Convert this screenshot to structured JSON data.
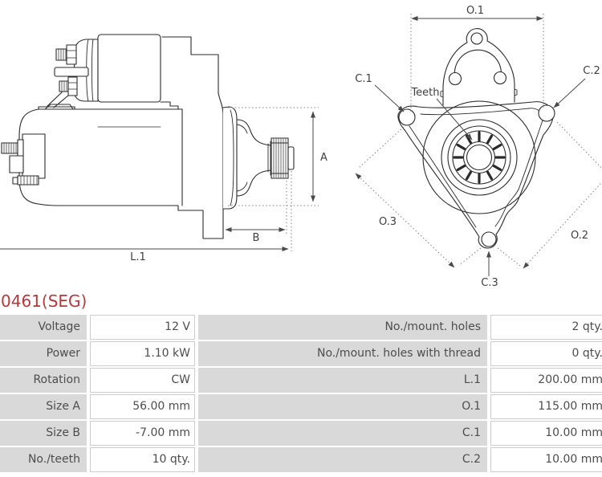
{
  "title": {
    "part_code": "0461(SEG)"
  },
  "diagram": {
    "side_view_labels": {
      "a": "A",
      "b": "B",
      "l1": "L.1"
    },
    "front_view_labels": {
      "o1": "O.1",
      "o2": "O.2",
      "o3": "O.3",
      "c1": "C.1",
      "c2": "C.2",
      "c3": "C.3",
      "teeth": "Teeth"
    }
  },
  "spec_table": {
    "rows": [
      {
        "label_left": "Voltage",
        "value_left": "12 V",
        "label_right": "No./mount. holes",
        "value_right": "2 qty."
      },
      {
        "label_left": "Power",
        "value_left": "1.10 kW",
        "label_right": "No./mount. holes with thread",
        "value_right": "0 qty."
      },
      {
        "label_left": "Rotation",
        "value_left": "CW",
        "label_right": "L.1",
        "value_right": "200.00 mm"
      },
      {
        "label_left": "Size A",
        "value_left": "56.00 mm",
        "label_right": "O.1",
        "value_right": "115.00 mm"
      },
      {
        "label_left": "Size B",
        "value_left": "-7.00 mm",
        "label_right": "C.1",
        "value_right": "10.00 mm"
      },
      {
        "label_left": "No./teeth",
        "value_left": "10 qty.",
        "label_right": "C.2",
        "value_right": "10.00 mm"
      }
    ]
  },
  "colors": {
    "accent_red": "#b4383c",
    "label_cell_bg": "#d9d9d9",
    "cell_border": "#cccccc",
    "drawing_line": "#2a2a2a"
  }
}
